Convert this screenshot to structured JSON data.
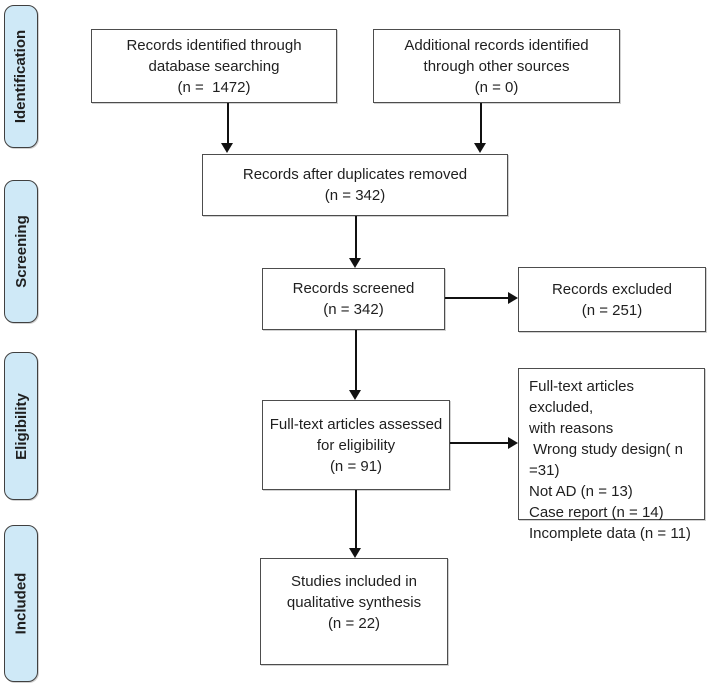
{
  "diagram": {
    "stages": [
      {
        "label": "Identification"
      },
      {
        "label": "Screening"
      },
      {
        "label": "Eligibility"
      },
      {
        "label": "Included"
      }
    ],
    "boxes": {
      "identified": "Records identified through\ndatabase searching\n(n =  1472)",
      "additional": "Additional records identified\nthrough other sources\n(n = 0)",
      "deduplicated": "Records after duplicates removed\n(n = 342)",
      "screened": "Records screened\n(n = 342)",
      "records_excluded": "Records excluded\n(n = 251)",
      "fulltext_assessed": "Full-text articles assessed\nfor eligibility\n(n = 91)",
      "fulltext_excluded": "Full-text articles excluded,\nwith reasons\n Wrong study design( n =31)\nNot AD (n = 13)\nCase report (n = 14)\nIncomplete data (n = 11)",
      "included": "Studies included in\nqualitative synthesis\n(n = 22)"
    },
    "colors": {
      "stage_fill": "#cfe9f7",
      "stage_border": "#404040",
      "box_border": "#4d4d4d",
      "line": "#111111",
      "text": "#1f1f1f",
      "background": "#ffffff"
    }
  }
}
